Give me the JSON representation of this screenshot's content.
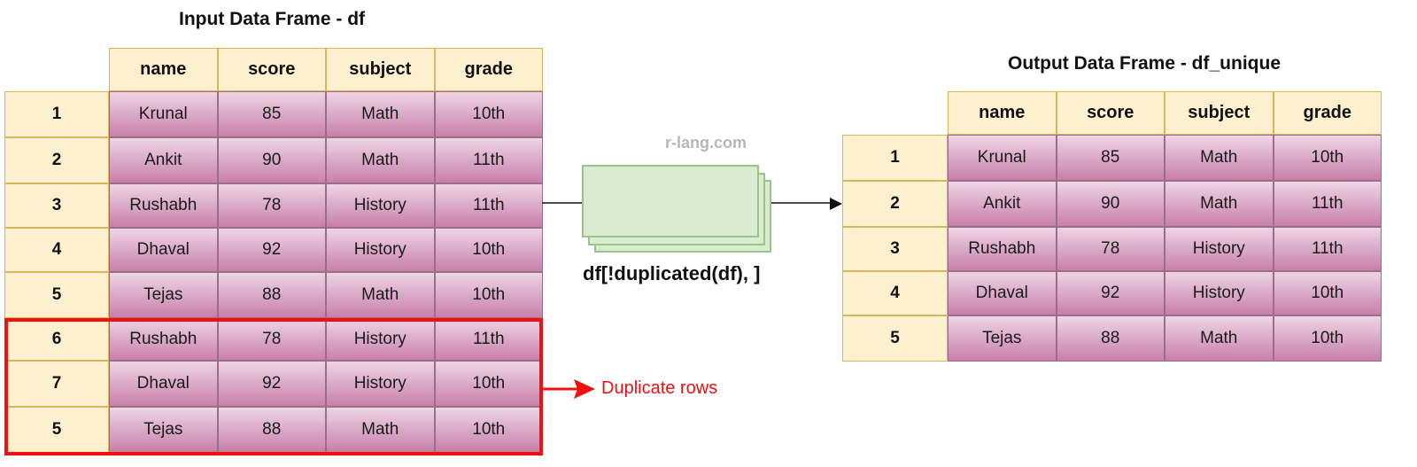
{
  "input": {
    "title": "Input Data Frame - df",
    "columns": [
      "name",
      "score",
      "subject",
      "grade"
    ],
    "rows": [
      {
        "index": "1",
        "cells": [
          "Krunal",
          "85",
          "Math",
          "10th"
        ]
      },
      {
        "index": "2",
        "cells": [
          "Ankit",
          "90",
          "Math",
          "11th"
        ]
      },
      {
        "index": "3",
        "cells": [
          "Rushabh",
          "78",
          "History",
          "11th"
        ]
      },
      {
        "index": "4",
        "cells": [
          "Dhaval",
          "92",
          "History",
          "10th"
        ]
      },
      {
        "index": "5",
        "cells": [
          "Tejas",
          "88",
          "Math",
          "10th"
        ]
      },
      {
        "index": "6",
        "cells": [
          "Rushabh",
          "78",
          "History",
          "11th"
        ]
      },
      {
        "index": "7",
        "cells": [
          "Dhaval",
          "92",
          "History",
          "10th"
        ]
      },
      {
        "index": "5",
        "cells": [
          "Tejas",
          "88",
          "Math",
          "10th"
        ]
      }
    ]
  },
  "output": {
    "title": "Output Data Frame - df_unique",
    "columns": [
      "name",
      "score",
      "subject",
      "grade"
    ],
    "rows": [
      {
        "index": "1",
        "cells": [
          "Krunal",
          "85",
          "Math",
          "10th"
        ]
      },
      {
        "index": "2",
        "cells": [
          "Ankit",
          "90",
          "Math",
          "11th"
        ]
      },
      {
        "index": "3",
        "cells": [
          "Rushabh",
          "78",
          "History",
          "11th"
        ]
      },
      {
        "index": "4",
        "cells": [
          "Dhaval",
          "92",
          "History",
          "10th"
        ]
      },
      {
        "index": "5",
        "cells": [
          "Tejas",
          "88",
          "Math",
          "10th"
        ]
      }
    ]
  },
  "function_label": "df[!duplicated(df), ]",
  "watermark": "r-lang.com",
  "duplicate_label": "Duplicate rows",
  "colors": {
    "header_fill": "#fdf0cf",
    "header_border": "#d7b65d",
    "cell_fill": "#dcaecb",
    "highlight": "#f01010",
    "page_fill": "#d9ecd1"
  }
}
